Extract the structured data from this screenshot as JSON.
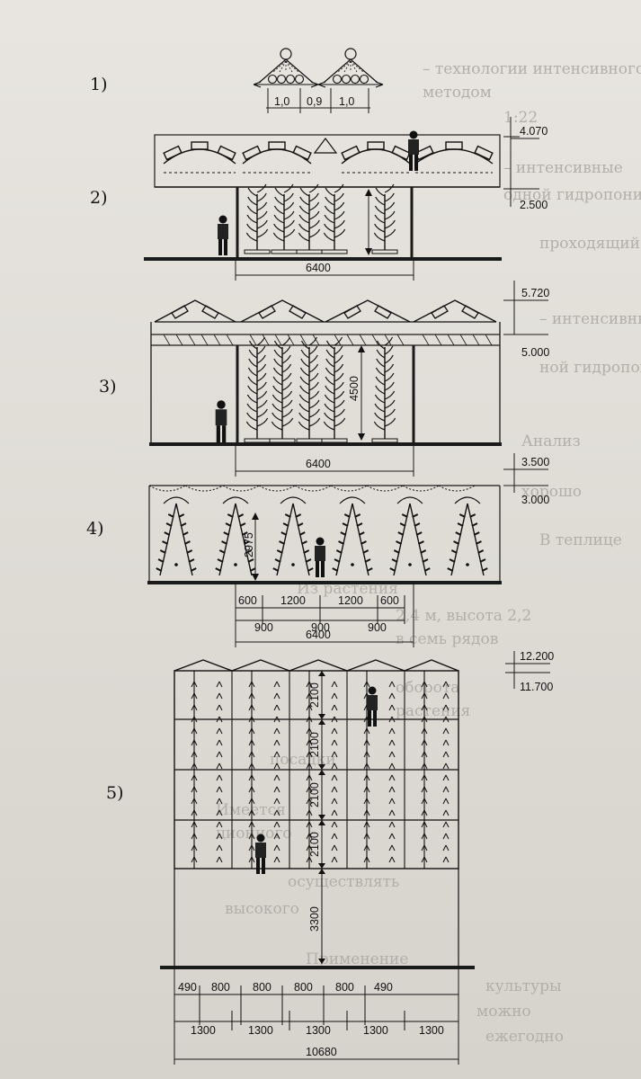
{
  "background_text": [
    "– технологии интенсивного выращивания",
    "методом",
    "1:22",
    "– интенсивные",
    "одной гидропоники",
    "проходящий",
    "– интенсивные",
    "ной гидропоники",
    "Анализ",
    "хорошо",
    "В теплице",
    "Из растения",
    "2,4 м, высота 2,2",
    "в семь рядов",
    "оборота",
    "растения",
    "посадки",
    "Имеется",
    "ционного",
    "осуществлять",
    "высокого",
    "Применение",
    "культуры",
    "можно",
    "ежегодно"
  ],
  "variants": [
    {
      "label": "1)",
      "dims": [
        "1,0",
        "0,9",
        "1,0"
      ]
    },
    {
      "label": "2)",
      "width": "6400",
      "elev": [
        "4.070",
        "2.500"
      ]
    },
    {
      "label": "3)",
      "height": "4500",
      "width": "6400",
      "elev": [
        "5.720",
        "5.000"
      ]
    },
    {
      "label": "4)",
      "height": "2975",
      "width": "6400",
      "elev": [
        "3.500",
        "3.000"
      ],
      "dims_top": [
        "600",
        "1200",
        "1200",
        "600"
      ],
      "dims_bottom": [
        "900",
        "900",
        "900"
      ]
    },
    {
      "label": "5)",
      "tiers": [
        "2100",
        "2100",
        "2100",
        "2100"
      ],
      "clearance": "3300",
      "width": "10680",
      "elev": [
        "12.200",
        "11.700"
      ],
      "dims_top": [
        "490",
        "800",
        "800",
        "800",
        "800",
        "490"
      ],
      "dims_bottom": [
        "1300",
        "1300",
        "1300",
        "1300",
        "1300"
      ]
    }
  ]
}
